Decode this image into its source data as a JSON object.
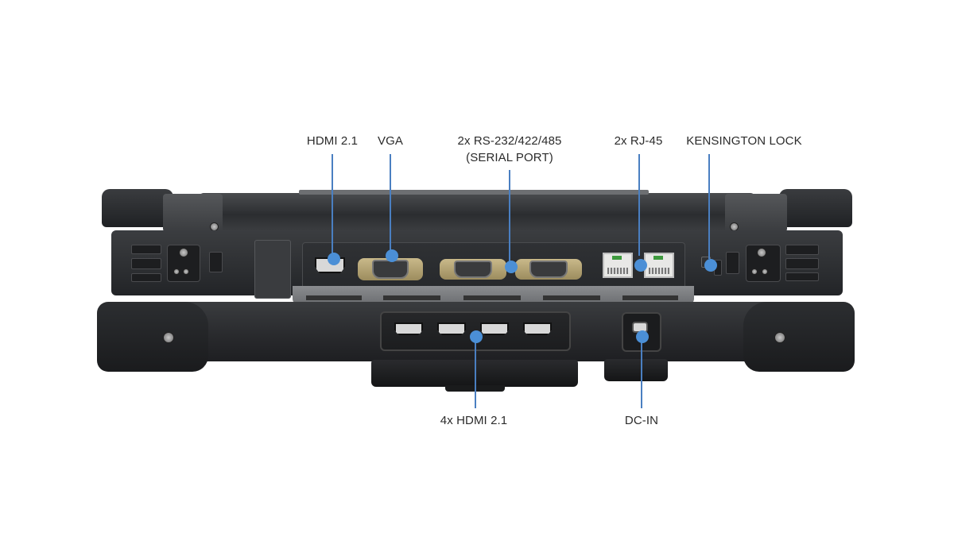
{
  "diagram": {
    "subject": "Rugged laptop rear I/O view",
    "accent_color": "#4b8fd6",
    "leader_color": "#4a7fc1",
    "callouts_top": [
      {
        "id": "hdmi",
        "label": "HDMI 2.1"
      },
      {
        "id": "vga",
        "label": "VGA"
      },
      {
        "id": "serial",
        "label_line1": "2x RS-232/422/485",
        "label_line2": "(SERIAL PORT)"
      },
      {
        "id": "rj45",
        "label": "2x RJ-45"
      },
      {
        "id": "kensington",
        "label": "KENSINGTON LOCK"
      }
    ],
    "callouts_bottom": [
      {
        "id": "hdmi4",
        "label": "4x HDMI 2.1"
      },
      {
        "id": "dcin",
        "label": "DC-IN"
      }
    ]
  }
}
